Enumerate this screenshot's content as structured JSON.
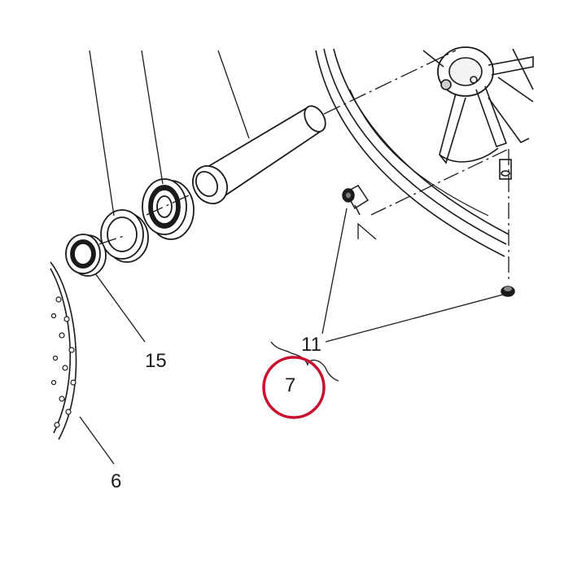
{
  "diagram": {
    "callouts": [
      {
        "id": "c15",
        "label": "15"
      },
      {
        "id": "c6",
        "label": "6"
      },
      {
        "id": "c11",
        "label": "11"
      },
      {
        "id": "c7",
        "label": "7"
      }
    ],
    "highlight_color": "#c8102e",
    "line_color": "#1a1a1a"
  }
}
